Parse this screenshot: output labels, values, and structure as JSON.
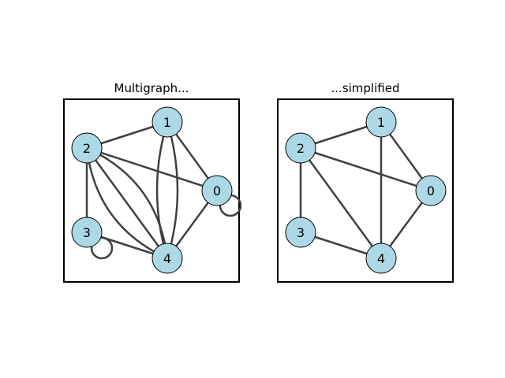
{
  "colors": {
    "node_fill": "#add8e6",
    "node_stroke": "#000000",
    "edge": "#404040",
    "frame": "#000000"
  },
  "panels": [
    {
      "title": "Multigraph...",
      "nodes": [
        "0",
        "1",
        "2",
        "3",
        "4"
      ],
      "edges": [
        [
          "1",
          "2"
        ],
        [
          "1",
          "0"
        ],
        [
          "1",
          "4"
        ],
        [
          "1",
          "4"
        ],
        [
          "2",
          "0"
        ],
        [
          "2",
          "3"
        ],
        [
          "2",
          "4"
        ],
        [
          "2",
          "4"
        ],
        [
          "2",
          "4"
        ],
        [
          "0",
          "4"
        ],
        [
          "3",
          "4"
        ],
        [
          "0",
          "0"
        ],
        [
          "3",
          "3"
        ]
      ]
    },
    {
      "title": "...simplified",
      "nodes": [
        "0",
        "1",
        "2",
        "3",
        "4"
      ],
      "edges": [
        [
          "1",
          "2"
        ],
        [
          "1",
          "0"
        ],
        [
          "1",
          "4"
        ],
        [
          "2",
          "0"
        ],
        [
          "2",
          "3"
        ],
        [
          "2",
          "4"
        ],
        [
          "0",
          "4"
        ],
        [
          "3",
          "4"
        ]
      ]
    }
  ]
}
